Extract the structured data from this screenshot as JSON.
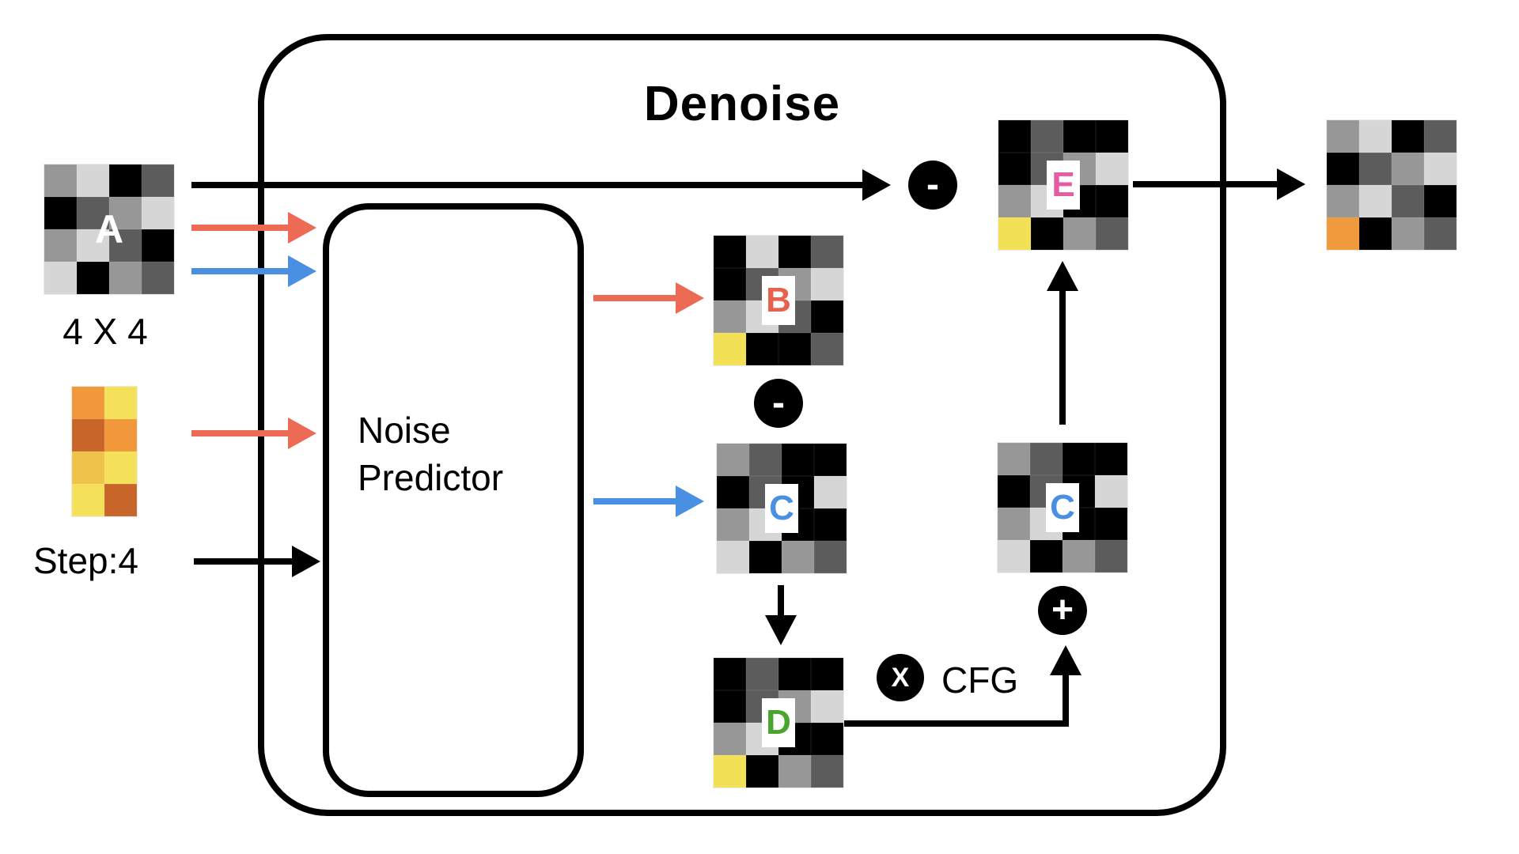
{
  "title": "Denoise",
  "noise_predictor": {
    "line1": "Noise",
    "line2": "Predictor"
  },
  "input": {
    "size_label": "4 X 4",
    "step_label": "Step:4"
  },
  "cfg_label": "CFG",
  "operators": {
    "minus_top": "-",
    "minus_mid": "-",
    "plus": "+",
    "times": "X"
  },
  "colors": {
    "red": "#ed6a55",
    "blue": "#4a90e2",
    "ink": "#000000"
  },
  "palette": {
    "K": "#000000",
    "D": "#5c5c5c",
    "G": "#979797",
    "L": "#d6d6d6",
    "Y": "#f2e156",
    "O": "#f09a3c",
    "or": "#f0983a",
    "yl": "#f5e059",
    "no": "#c8662a",
    "am": "#efc24a"
  },
  "grids": {
    "a": {
      "label": "A",
      "label_color": "#ffffff",
      "cells": [
        [
          "G",
          "L",
          "K",
          "D"
        ],
        [
          "K",
          "D",
          "G",
          "L"
        ],
        [
          "G",
          "L",
          "D",
          "K"
        ],
        [
          "L",
          "K",
          "G",
          "D"
        ]
      ]
    },
    "b": {
      "label": "B",
      "label_color": "#e8604e",
      "cells": [
        [
          "K",
          "L",
          "K",
          "D"
        ],
        [
          "K",
          "D",
          "G",
          "L"
        ],
        [
          "G",
          "L",
          "D",
          "K"
        ],
        [
          "Y",
          "K",
          "K",
          "D"
        ]
      ]
    },
    "c_mid": {
      "label": "C",
      "label_color": "#4a90e2",
      "cells": [
        [
          "G",
          "D",
          "K",
          "K"
        ],
        [
          "K",
          "D",
          "K",
          "L"
        ],
        [
          "G",
          "L",
          "K",
          "K"
        ],
        [
          "L",
          "K",
          "G",
          "D"
        ]
      ]
    },
    "d": {
      "label": "D",
      "label_color": "#47a52b",
      "cells": [
        [
          "K",
          "D",
          "K",
          "K"
        ],
        [
          "K",
          "D",
          "G",
          "L"
        ],
        [
          "G",
          "L",
          "K",
          "K"
        ],
        [
          "Y",
          "K",
          "G",
          "D"
        ]
      ]
    },
    "c_right": {
      "label": "C",
      "label_color": "#4a90e2",
      "cells": [
        [
          "G",
          "D",
          "K",
          "K"
        ],
        [
          "K",
          "D",
          "K",
          "L"
        ],
        [
          "G",
          "L",
          "K",
          "K"
        ],
        [
          "L",
          "K",
          "G",
          "D"
        ]
      ]
    },
    "e": {
      "label": "E",
      "label_color": "#e45ca2",
      "cells": [
        [
          "K",
          "D",
          "K",
          "K"
        ],
        [
          "K",
          "D",
          "G",
          "L"
        ],
        [
          "G",
          "L",
          "K",
          "K"
        ],
        [
          "Y",
          "K",
          "G",
          "D"
        ]
      ]
    },
    "output": {
      "label": "",
      "cells": [
        [
          "G",
          "L",
          "K",
          "D"
        ],
        [
          "K",
          "D",
          "G",
          "L"
        ],
        [
          "G",
          "L",
          "D",
          "K"
        ],
        [
          "O",
          "K",
          "G",
          "D"
        ]
      ]
    },
    "noise": {
      "label": "",
      "cells": [
        [
          "or",
          "yl"
        ],
        [
          "no",
          "or"
        ],
        [
          "am",
          "yl"
        ],
        [
          "yl",
          "no"
        ]
      ]
    }
  }
}
